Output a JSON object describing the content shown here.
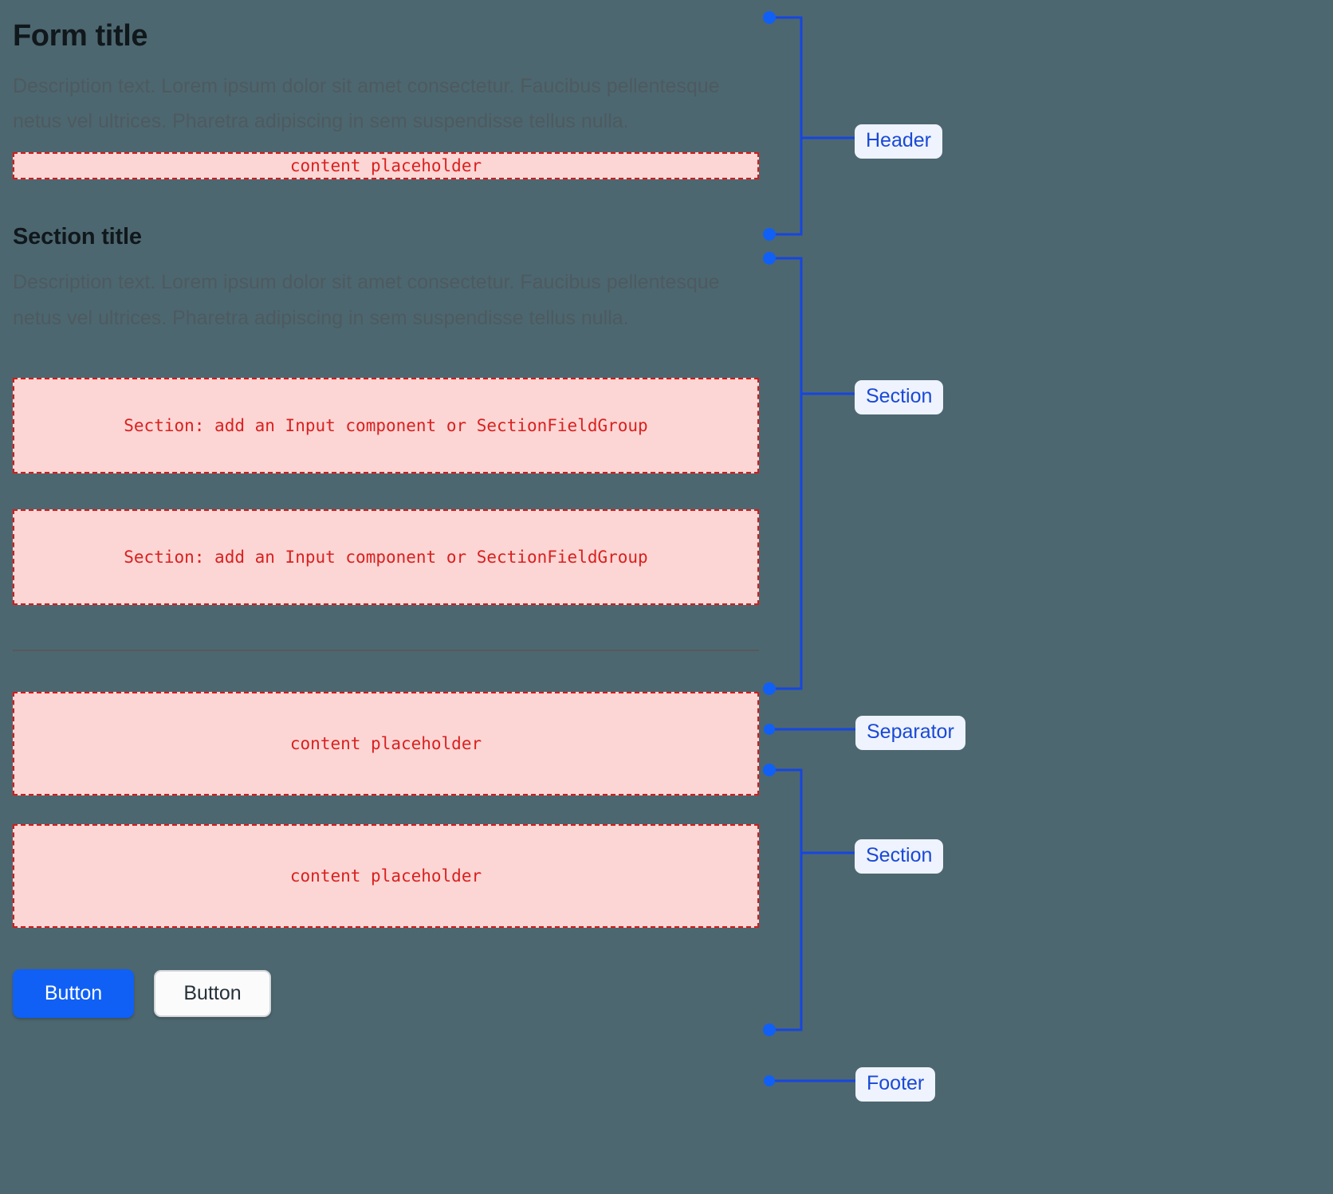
{
  "page": {
    "background_color": "#4d6770",
    "accent_blue": "#1060f5",
    "annotation_blue": "#1a49d6",
    "placeholder_red": "#d92020",
    "placeholder_fill": "#fbd6d4"
  },
  "header": {
    "title": "Form title",
    "description": "Description text. Lorem ipsum dolor sit amet consectetur. Faucibus pellentesque netus vel ultrices. Pharetra adipiscing in sem suspendisse tellus nulla.",
    "placeholder": "content placeholder"
  },
  "section_one": {
    "title": "Section title",
    "description": "Description text. Lorem ipsum dolor sit amet consectetur. Faucibus pellentesque netus vel ultrices. Pharetra adipiscing in sem suspendisse tellus nulla.",
    "placeholders": [
      "Section: add an Input component or SectionFieldGroup",
      "Section: add an Input component or SectionFieldGroup"
    ]
  },
  "section_two": {
    "placeholders": [
      "content placeholder",
      "content placeholder"
    ]
  },
  "footer": {
    "primary_button": "Button",
    "secondary_button": "Button"
  },
  "annotations": {
    "header": "Header",
    "section_one": "Section",
    "separator": "Separator",
    "section_two": "Section",
    "footer": "Footer"
  }
}
